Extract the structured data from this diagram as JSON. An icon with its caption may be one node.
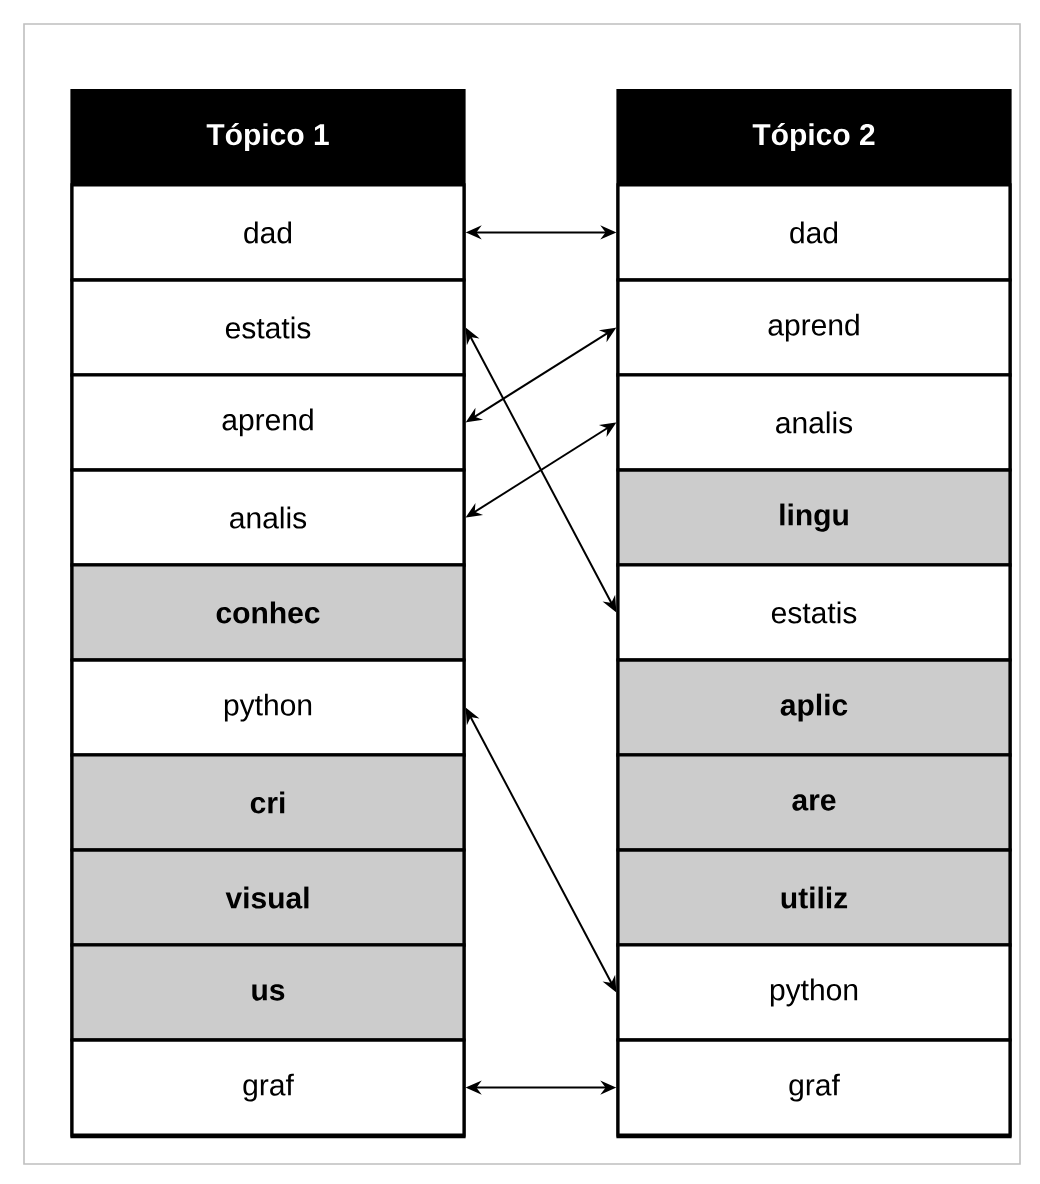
{
  "diagram": {
    "nodes": [
      {
        "text": [
          "Tópico 1"
        ]
      },
      {
        "text": [
          "dad"
        ],
        "in": 0
      },
      {
        "text": [
          "estatis"
        ],
        "in": 0
      },
      {
        "text": [
          "aprend"
        ],
        "in": 0
      },
      {
        "text": [
          "analis"
        ],
        "in": 0
      },
      {
        "text": [
          "conhec"
        ],
        "in": 0
      },
      {
        "text": [
          "python"
        ],
        "in": 0
      },
      {
        "text": [
          "cri"
        ],
        "in": 0
      },
      {
        "text": [
          "visual"
        ],
        "in": 0
      },
      {
        "text": [
          "us"
        ],
        "in": 0
      },
      {
        "text": [
          "graf"
        ],
        "in": 0
      },
      {
        "text": [
          "Tópico 2"
        ]
      },
      {
        "text": [
          "dad"
        ],
        "in": 11
      },
      {
        "text": [
          "aprend"
        ],
        "in": 11
      },
      {
        "text": [
          "analis"
        ],
        "in": 11
      },
      {
        "text": [
          "lingu"
        ],
        "in": 11
      },
      {
        "text": [
          "estatis"
        ],
        "in": 11
      },
      {
        "text": [
          "aplic"
        ],
        "in": 11
      },
      {
        "text": [
          "are"
        ],
        "in": 11
      },
      {
        "text": [
          "utiliz"
        ],
        "in": 11
      },
      {
        "text": [
          "python"
        ],
        "in": 11
      },
      {
        "text": [
          "graf"
        ],
        "in": 11
      }
    ],
    "edges": [
      {
        "from": 1,
        "to": 12,
        "arrow": "both"
      },
      {
        "from": 2,
        "to": 16,
        "arrow": "both"
      },
      {
        "from": 3,
        "to": 13,
        "arrow": "both"
      },
      {
        "from": 4,
        "to": 14,
        "arrow": "both"
      },
      {
        "from": 6,
        "to": 20,
        "arrow": "both"
      },
      {
        "from": 10,
        "to": 21,
        "arrow": "both"
      }
    ]
  }
}
